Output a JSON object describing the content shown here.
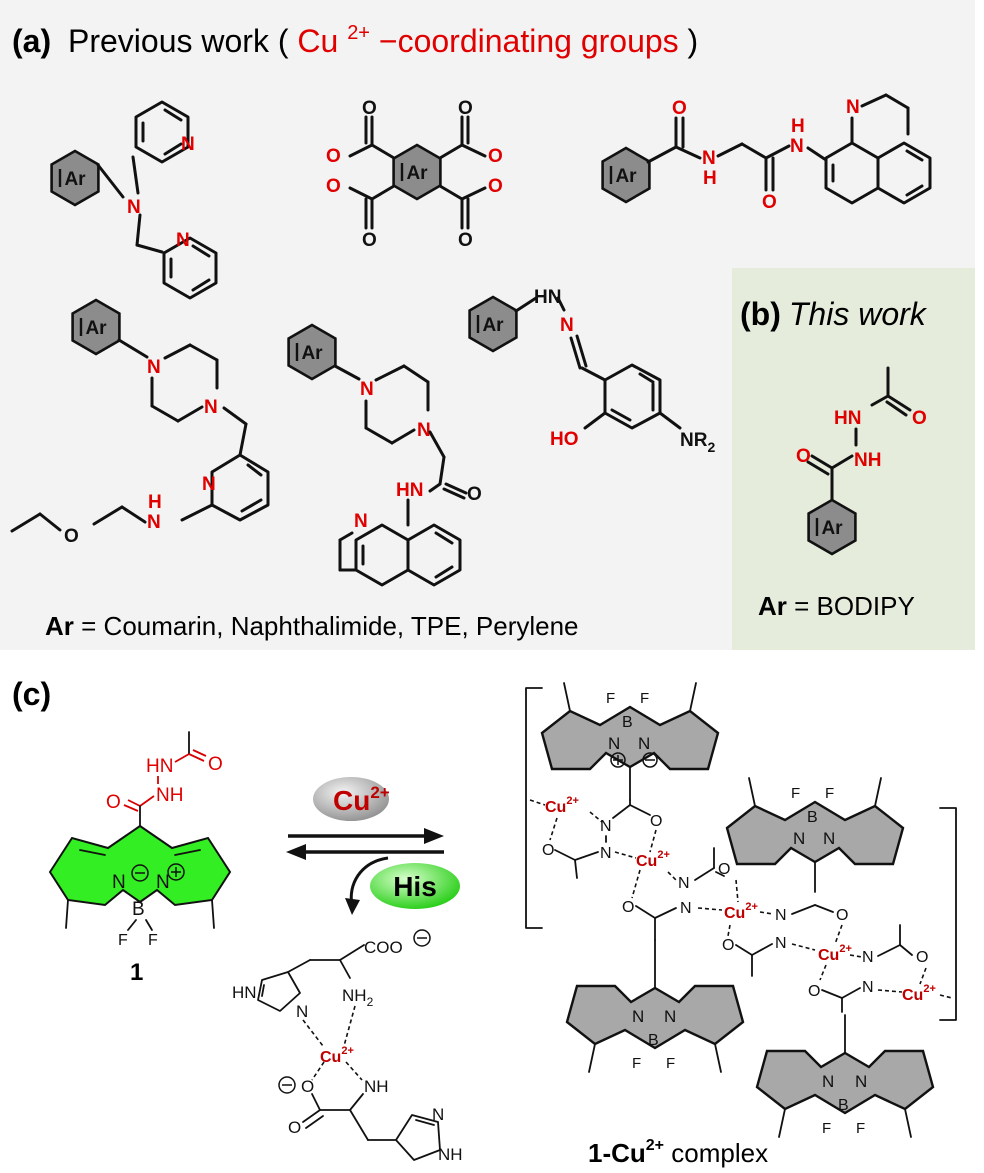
{
  "panel_a": {
    "label": "(a)",
    "title": "Previous work (",
    "title_red": "Cu",
    "title_sup": "2+",
    "title_red2": "−coordinating groups",
    "title_close": ")",
    "ar_label": "Ar",
    "ar_legend_bold": "Ar",
    "ar_legend": " = Coumarin, Naphthalimide, TPE, Perylene"
  },
  "panel_b": {
    "label": "(b)",
    "title": "This work",
    "ar_label": "Ar",
    "ar_legend_bold": "Ar",
    "ar_legend": " = BODIPY"
  },
  "panel_c": {
    "label": "(c)",
    "compound_number": "1",
    "cu_bubble": "Cu",
    "cu_bubble_sup": "2+",
    "his_bubble": "His",
    "complex_label_bold": "1-Cu",
    "complex_label_sup": "2+",
    "complex_label": " complex",
    "coo": "COO",
    "nh2": "NH",
    "nh2_sub": "2",
    "hn": "HN",
    "nh": "NH",
    "cu_ion": "Cu",
    "cu_ion_sup": "2+"
  },
  "atoms": {
    "N": "N",
    "O": "O",
    "H": "H",
    "HN": "HN",
    "NH": "NH",
    "HO": "HO",
    "NR": "NR",
    "NR_sub": "2",
    "B": "B",
    "F": "F"
  },
  "colors": {
    "panel_a_bg": "#f3f3f3",
    "panel_b_bg": "#e5ecdc",
    "highlight_red": "#e00000",
    "bodipy_green": "#33ee22",
    "bubble_grey": "#b0b0b0",
    "bubble_green": "#44dd33"
  }
}
